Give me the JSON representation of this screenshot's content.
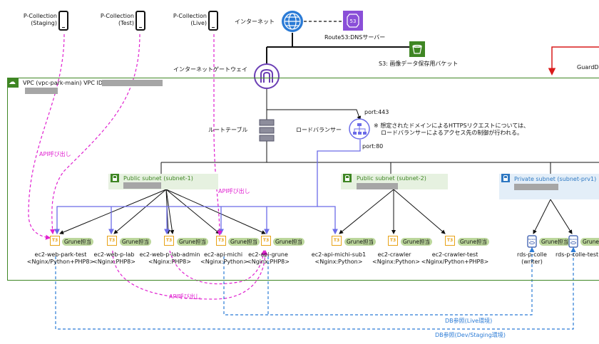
{
  "clients": [
    {
      "line1": "P-Collection",
      "line2": "(Staging)"
    },
    {
      "line1": "P-Collection",
      "line2": "(Test)"
    },
    {
      "line1": "P-Collection",
      "line2": "(Live)"
    }
  ],
  "internet_label": "インターネット",
  "route53_label": "Route53:DNSサーバー",
  "s3_label": "S3: 画像データ保存用バケット",
  "igw_label": "インターネットゲートウェイ",
  "guard_label": "GuardD",
  "vpc_label": "VPC (vpc-park-main) VPC ID:",
  "route_table_label": "ルートテーブル",
  "lb_label": "ロードバランサー",
  "port443": "port:443",
  "port80": "port:80",
  "note_line1": "※ 想定されたドメインによるHTTPSリクエストについては、",
  "note_line2": "ロードバランサーによるアクセス先の制御が行われる。",
  "api_call_labels": [
    "API呼び出し",
    "API呼び出し",
    "API呼び出し"
  ],
  "subnets": [
    {
      "label": "Public subnet (subnet-1)"
    },
    {
      "label": "Public subnet (subnet-2)"
    },
    {
      "label": "Private subnet  (subnet-prv1)"
    }
  ],
  "ec2": [
    {
      "name": "ec2-web-park-test",
      "stack": "<Nginx/Python+PHP8>"
    },
    {
      "name": "ec2-web-p-lab",
      "stack": "<Nginx:PHP8>"
    },
    {
      "name": "ec2-web-p-lab-admin",
      "stack": "<Nginx:PHP8>"
    },
    {
      "name": "ec2-api-michi",
      "stack": "<Nginx:Python>"
    },
    {
      "name": "ec2-api-grune",
      "stack": "<Nginx:PHP8>"
    },
    {
      "name": "ec2-api-michi-sub1",
      "stack": "<Nginx:Python>"
    },
    {
      "name": "ec2-crawler",
      "stack": "<Nginx:Python>"
    },
    {
      "name": "ec2-crawler-test",
      "stack": "<Nginx/Python+PHP8>"
    }
  ],
  "rds": [
    {
      "name": "rds-p-colle",
      "sub": "(writer)"
    },
    {
      "name": "rds-p-colle-test",
      "sub": ""
    }
  ],
  "chip_text": "T3",
  "rds_icon_text": "MySQL",
  "badge_text": "Grune担当",
  "db_live_label": "DB参照(Live環境)",
  "db_dev_label": "DB参照(Dev/Staging環境)",
  "colors": {
    "vpc": "#3f8624",
    "api": "#e020d0",
    "lb": "#6b6be8",
    "db": "#2b7bd6",
    "ec2": "#e8a317",
    "guard": "#d91a1a"
  }
}
